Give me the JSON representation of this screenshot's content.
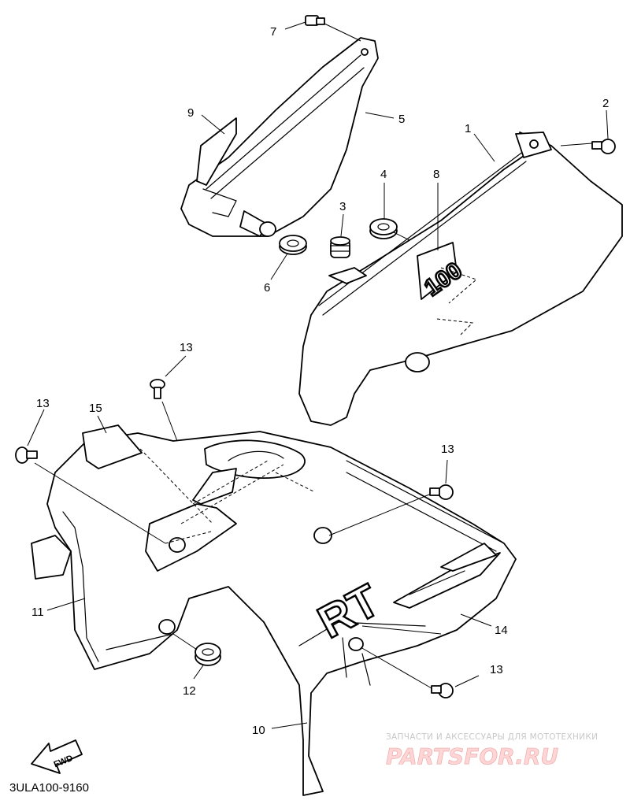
{
  "diagram": {
    "callouts": [
      {
        "id": "c1",
        "label": "1"
      },
      {
        "id": "c2",
        "label": "2"
      },
      {
        "id": "c3",
        "label": "3"
      },
      {
        "id": "c4",
        "label": "4"
      },
      {
        "id": "c5",
        "label": "5"
      },
      {
        "id": "c6",
        "label": "6"
      },
      {
        "id": "c7",
        "label": "7"
      },
      {
        "id": "c8",
        "label": "8"
      },
      {
        "id": "c9",
        "label": "9"
      },
      {
        "id": "c10",
        "label": "10"
      },
      {
        "id": "c11",
        "label": "11"
      },
      {
        "id": "c12",
        "label": "12"
      },
      {
        "id": "c13a",
        "label": "13"
      },
      {
        "id": "c13b",
        "label": "13"
      },
      {
        "id": "c13c",
        "label": "13"
      },
      {
        "id": "c13d",
        "label": "13"
      },
      {
        "id": "c14",
        "label": "14"
      },
      {
        "id": "c15",
        "label": "15"
      }
    ],
    "decals": {
      "side_cover": "100",
      "front_cover": "RT"
    },
    "direction_label": "FWD",
    "diagram_code": "3ULA100-9160"
  },
  "watermark": {
    "tagline": "ЗАПЧАСТИ И АКСЕССУАРЫ ДЛЯ МОТОТЕХНИКИ",
    "brand": "PARTSFOR.RU"
  }
}
